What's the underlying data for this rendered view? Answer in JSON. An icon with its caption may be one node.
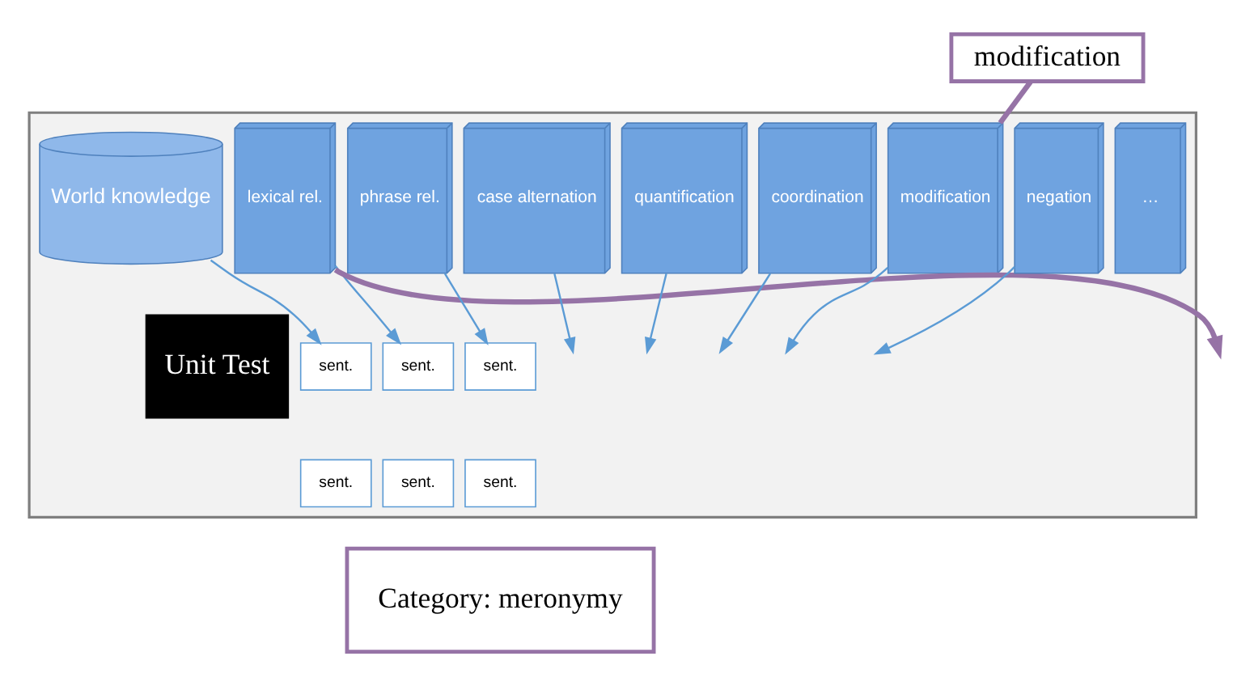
{
  "diagram": {
    "nodes": [
      {
        "text": [
          "modification"
        ]
      },
      {
        "text": [],
        "shape": "box"
      },
      {
        "text": [
          "World knowledge"
        ],
        "in": 1
      },
      {
        "text": [
          "lexical rel."
        ],
        "in": 1
      },
      {
        "text": [
          "phrase rel."
        ],
        "in": 1
      },
      {
        "text": [
          "case alternation"
        ],
        "in": 1
      },
      {
        "text": [
          "quantification"
        ],
        "in": 1
      },
      {
        "text": [
          "coordination"
        ],
        "in": 1
      },
      {
        "text": [
          "modification"
        ],
        "in": 1
      },
      {
        "text": [
          "negation"
        ],
        "in": 1
      },
      {
        "text": [
          "…"
        ],
        "in": 1
      },
      {
        "text": [
          "Unit Test"
        ],
        "in": 1
      },
      {
        "text": [
          "sent."
        ],
        "in": 1
      },
      {
        "text": [
          "sent."
        ],
        "in": 1
      },
      {
        "text": [
          "sent."
        ],
        "in": 1
      },
      {
        "text": [
          "sent."
        ],
        "in": 1
      },
      {
        "text": [
          "sent."
        ],
        "in": 1
      },
      {
        "text": [
          "sent."
        ],
        "in": 1
      },
      {
        "text": [
          "Category: meronymy"
        ]
      }
    ],
    "edges": [
      {
        "from": 0,
        "to": 8,
        "arrow": "none",
        "style": "thick",
        "color": "#9673a6"
      },
      {
        "from": 2,
        "to": 12,
        "arrow": "to"
      },
      {
        "from": 3,
        "to": 13,
        "arrow": "to"
      },
      {
        "from": 4,
        "to": 14,
        "arrow": "to"
      },
      {
        "from": 5,
        "to": null,
        "arrow": "to"
      },
      {
        "from": 6,
        "to": null,
        "arrow": "to"
      },
      {
        "from": 7,
        "to": null,
        "arrow": "to"
      },
      {
        "from": 8,
        "to": null,
        "arrow": "to"
      },
      {
        "from": 9,
        "to": null,
        "arrow": "to"
      },
      {
        "from": 3,
        "to": null,
        "arrow": "to",
        "style": "thick",
        "color": "#9673a6"
      }
    ]
  }
}
